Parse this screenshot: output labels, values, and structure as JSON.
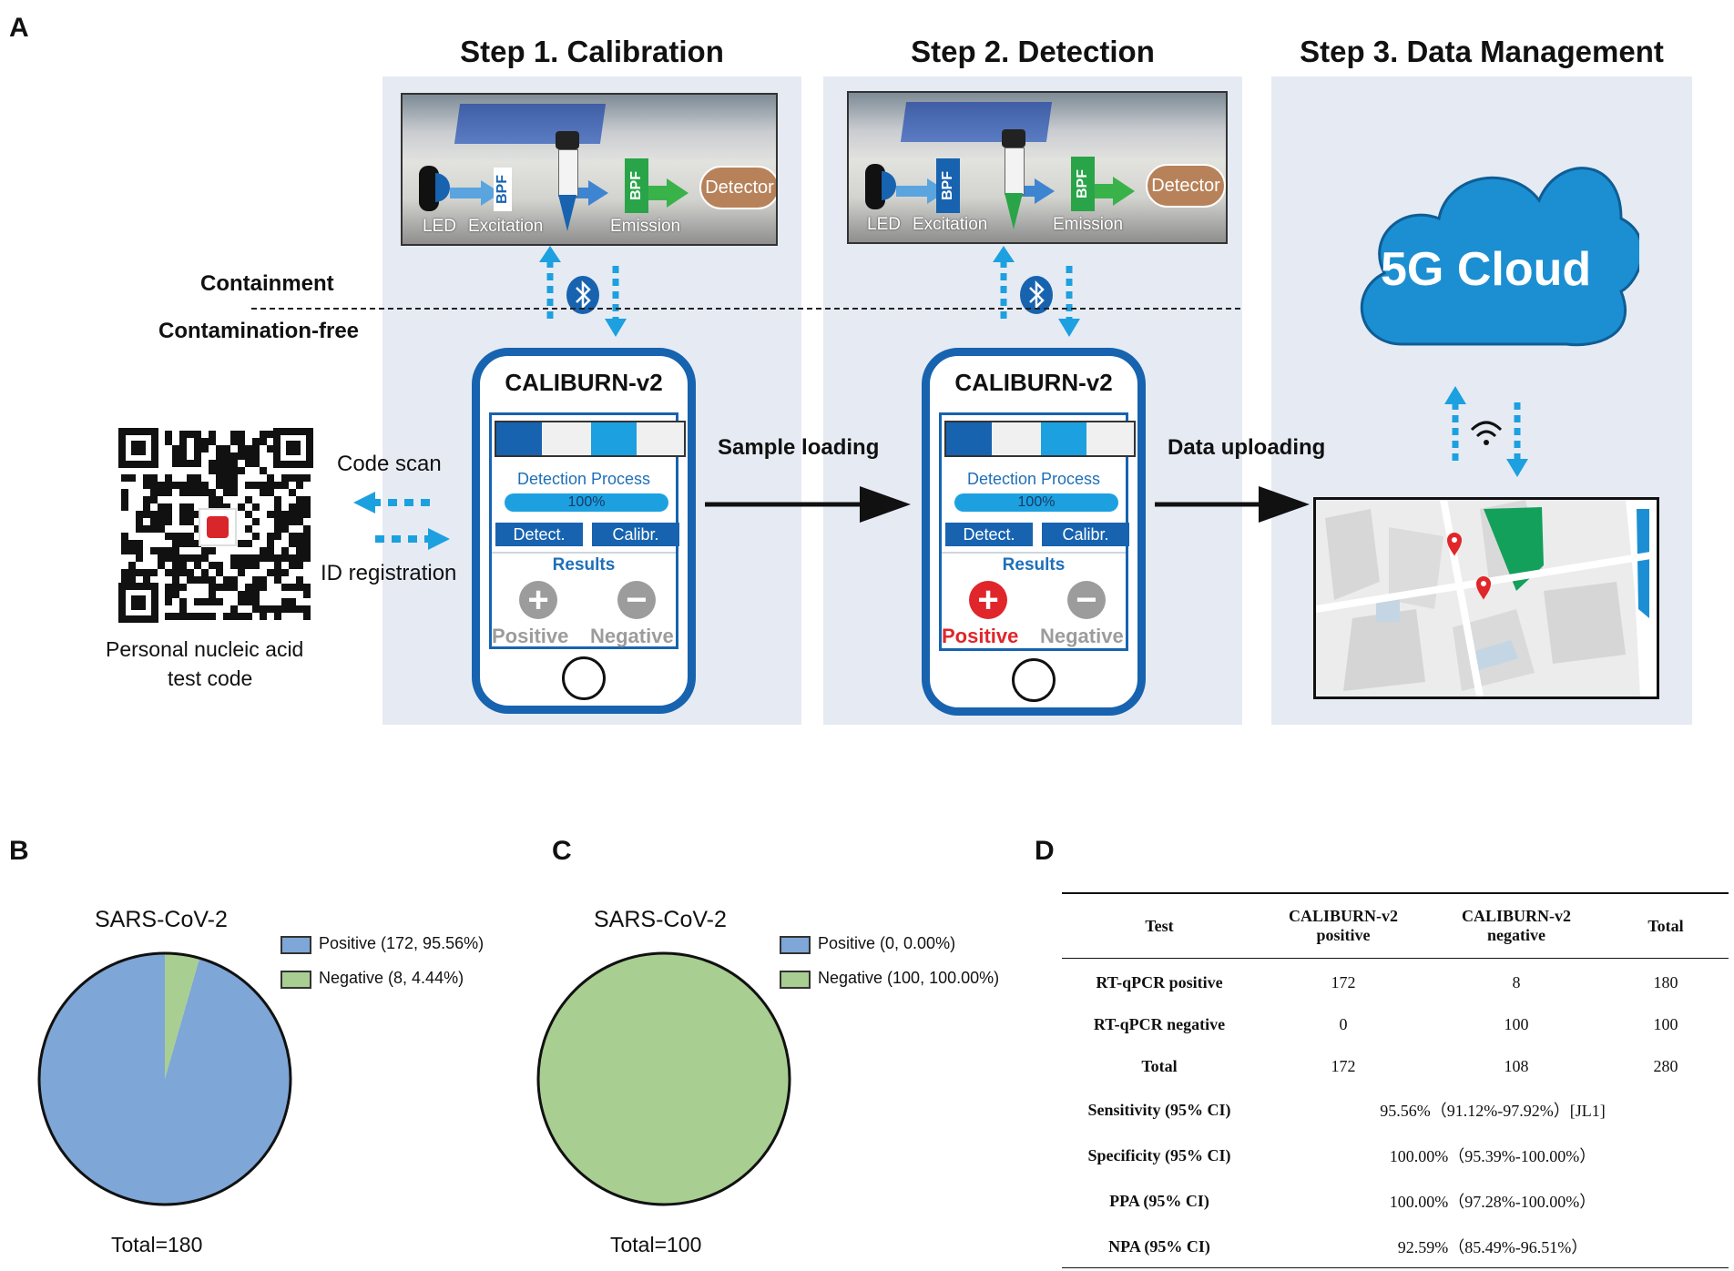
{
  "panels": {
    "a": "A",
    "b": "B",
    "c": "C",
    "d": "D"
  },
  "steps": [
    {
      "title": "Step 1. Calibration"
    },
    {
      "title": "Step 2. Detection"
    },
    {
      "title": "Step 3. Data Management"
    }
  ],
  "device": {
    "bpf": "BPF",
    "detector": "Detector",
    "led": "LED",
    "excitation": "Excitation",
    "emission": "Emission"
  },
  "zones": {
    "containment": "Containment",
    "contamination_free": "Contamination-free"
  },
  "phone": {
    "title": "CALIBURN-v2",
    "detection_process": "Detection Process",
    "progress": "100%",
    "progress_value": 1.0,
    "detect_btn": "Detect.",
    "calibr_btn": "Calibr.",
    "results": "Results",
    "positive": "Positive",
    "negative": "Negative"
  },
  "flow": {
    "code_scan": "Code scan",
    "id_registration": "ID registration",
    "sample_loading": "Sample loading",
    "data_uploading": "Data uploading",
    "qr_caption_1": "Personal nucleic acid",
    "qr_caption_2": "test code"
  },
  "cloud": {
    "label": "5G Cloud"
  },
  "icons": [
    "bluetooth-icon",
    "wifi-icon",
    "map-pin-icon",
    "qr-code-icon",
    "plus-icon",
    "minus-icon",
    "cloud-icon"
  ],
  "colors": {
    "positive_blue": "#7ea6d6",
    "negative_green": "#a8ce92",
    "accent_blue": "#1763b0",
    "cloud_blue": "#1b8fd2",
    "alert_red": "#e0262a"
  },
  "chart_data": [
    {
      "type": "pie",
      "title": "SARS-CoV-2",
      "categories": [
        "Positive",
        "Negative"
      ],
      "values": [
        172,
        8
      ],
      "legend": [
        "Positive (172, 95.56%)",
        "Negative (8, 4.44%)"
      ],
      "total_label": "Total=180"
    },
    {
      "type": "pie",
      "title": "SARS-CoV-2",
      "categories": [
        "Positive",
        "Negative"
      ],
      "values": [
        0,
        100
      ],
      "legend": [
        "Positive (0, 0.00%)",
        "Negative (100, 100.00%)"
      ],
      "total_label": "Total=100"
    },
    {
      "type": "table",
      "headers": [
        [
          "Test"
        ],
        [
          "CALIBURN-v2",
          "positive"
        ],
        [
          "CALIBURN-v2",
          "negative"
        ],
        [
          "Total"
        ]
      ],
      "rows": [
        [
          "RT-qPCR positive",
          "172",
          "8",
          "180"
        ],
        [
          "RT-qPCR negative",
          "0",
          "100",
          "100"
        ],
        [
          "Total",
          "172",
          "108",
          "280"
        ]
      ],
      "metrics": [
        [
          "Sensitivity (95% CI)",
          "95.56%（91.12%-97.92%）[JL1]"
        ],
        [
          "Specificity (95% CI)",
          "100.00%（95.39%-100.00%）"
        ],
        [
          "PPA (95% CI)",
          "100.00%（97.28%-100.00%）"
        ],
        [
          "NPA (95% CI)",
          "92.59%（85.49%-96.51%）"
        ]
      ]
    }
  ]
}
